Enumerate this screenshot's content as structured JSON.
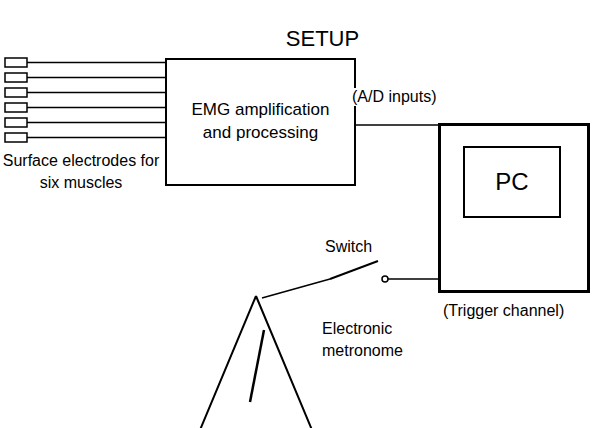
{
  "diagram": {
    "title": "SETUP",
    "nodes": [
      {
        "text": [
          "EMG amplification and processing"
        ]
      },
      {
        "text": [
          "PC"
        ]
      }
    ],
    "edges": [
      {
        "from": 0,
        "to": 1,
        "arrow": "none",
        "label": "(A/D inputs)"
      }
    ],
    "labels": [
      "Surface electrodes for six muscles",
      "Switch",
      "(Trigger channel)",
      "Electronic metronome"
    ]
  }
}
